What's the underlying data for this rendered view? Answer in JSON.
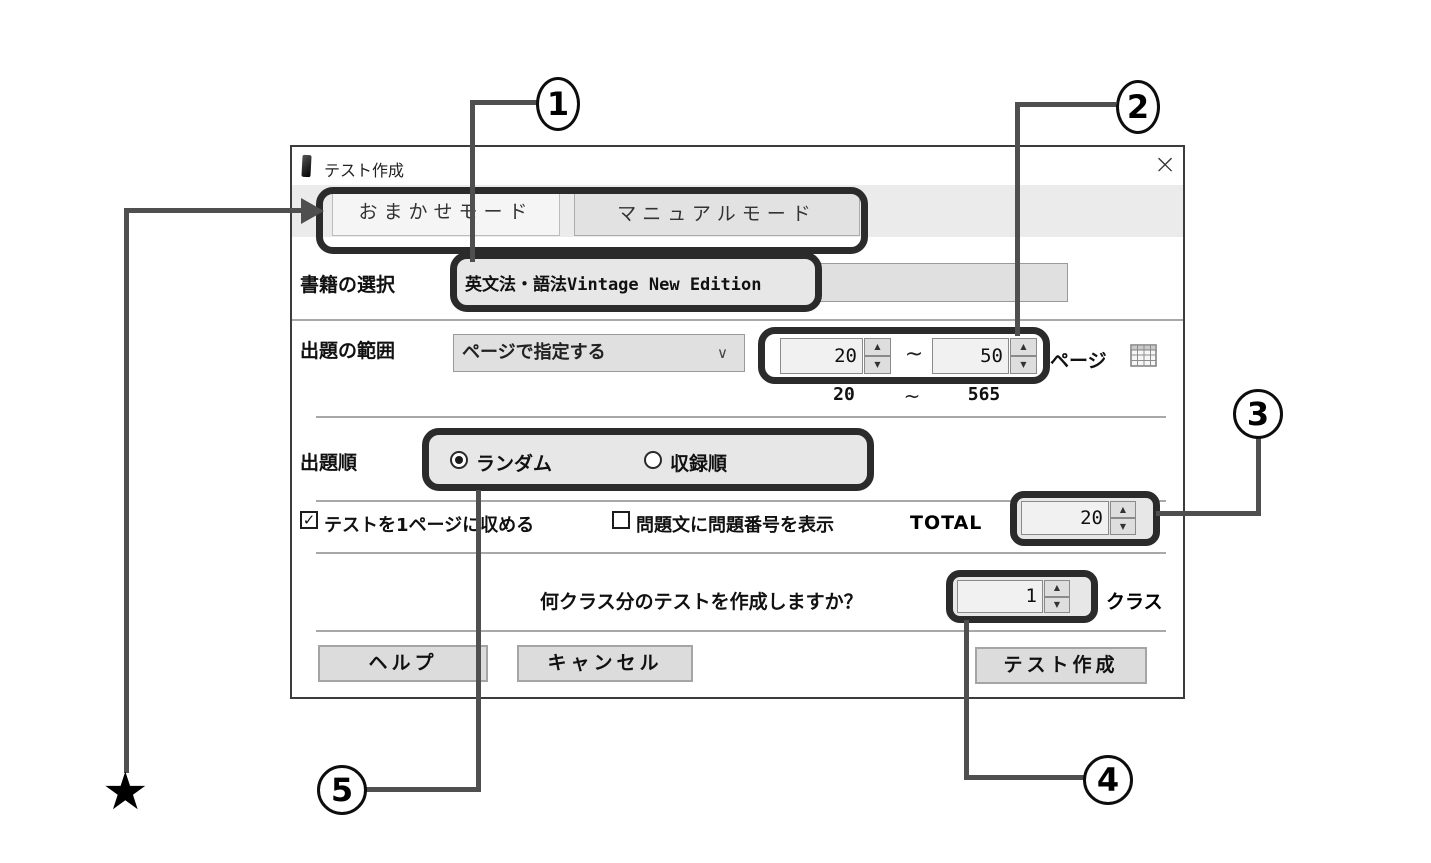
{
  "window": {
    "title": "テスト作成",
    "close_glyph": "×"
  },
  "tabs": {
    "auto_label": "おまかせモード",
    "manual_label": "マニュアルモード",
    "active": "おまかせモード"
  },
  "book": {
    "label": "書籍の選択",
    "value": "英文法・語法Vintage New Edition"
  },
  "range": {
    "label": "出題の範囲",
    "dropdown_value": "ページで指定する",
    "from_value": "20",
    "to_value": "50",
    "tilde": "~",
    "unit": "ページ",
    "min_value": "20",
    "max_value": "565"
  },
  "order": {
    "label": "出題順",
    "options": [
      {
        "label": "ランダム",
        "selected": true
      },
      {
        "label": "収録順",
        "selected": false
      }
    ]
  },
  "options": {
    "fit_one_page_label": "テストを1ページに収める",
    "fit_one_page_checked": true,
    "show_number_label": "問題文に問題番号を表示",
    "show_number_checked": false,
    "total_label": "TOTAL",
    "total_value": "20"
  },
  "class_row": {
    "question": "何クラス分のテストを作成しますか？",
    "value": "1",
    "unit": "クラス"
  },
  "buttons": {
    "help": "ヘルプ",
    "cancel": "キャンセル",
    "create": "テスト作成"
  },
  "callouts": {
    "c1": "1",
    "c2": "2",
    "c3": "3",
    "c4": "4",
    "c5": "5",
    "star": "★"
  },
  "glyphs": {
    "up": "▲",
    "down": "▼",
    "check": "✓",
    "chevron": "∨"
  }
}
